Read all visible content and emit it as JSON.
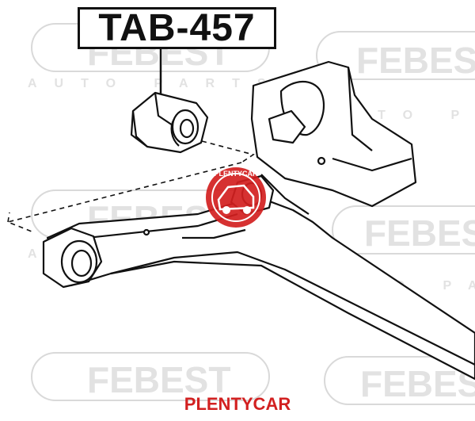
{
  "part_number": "TAB-457",
  "watermark": {
    "brand": "FEBEST",
    "tagline": "AUTO PARTS"
  },
  "stamp": {
    "text": "PLENTYCAR",
    "color": "#d22020"
  },
  "caption": {
    "text": "PLENTYCAR",
    "color": "#d22020"
  }
}
